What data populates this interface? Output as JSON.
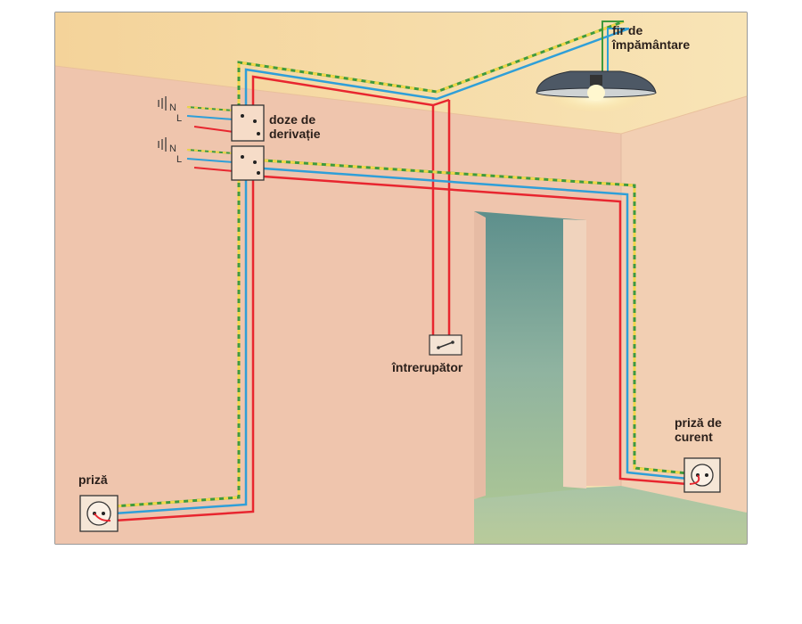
{
  "labels": {
    "ground_wire": [
      "fir de",
      "împământare"
    ],
    "junction_boxes": [
      "doze de",
      "derivație"
    ],
    "switch": "întrerupător",
    "socket_left": "priză",
    "socket_right": [
      "priză de",
      "curent"
    ]
  },
  "colors": {
    "phase_wire": "#e8262f",
    "neutral_wire": "#2f9fd8",
    "ground_wire_green": "#3f9a3c",
    "ground_wire_yellow": "#f0d64a",
    "ceiling": "#f5d9a0",
    "wall": "#efc6ae",
    "doorway": "#8fb5a8",
    "floor": "#b7caa0"
  }
}
